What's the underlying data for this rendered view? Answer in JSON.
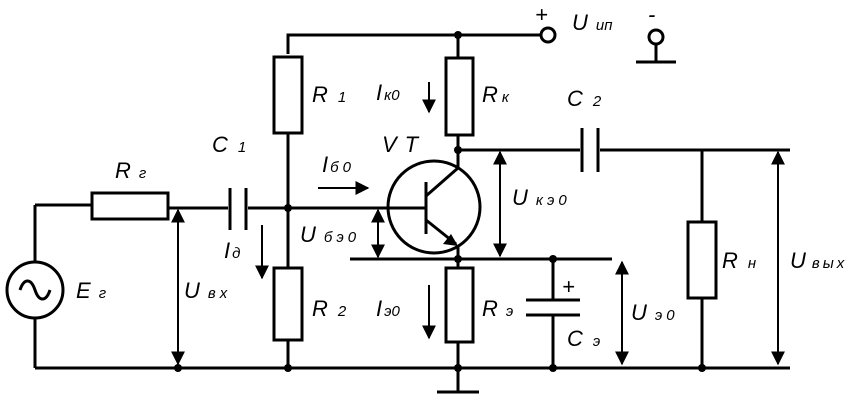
{
  "labels": {
    "plus_supply": "+",
    "minus_supply": "-",
    "supply_main": "U",
    "supply_sub": "ип",
    "r1_main": "R",
    "r1_sub": "1",
    "rk_main": "R",
    "rk_sub": "к",
    "ik0_main": "I",
    "ik0_sub": "к0",
    "c2_main": "C",
    "c2_sub": "2",
    "vt": "VT",
    "rg_main": "R",
    "rg_sub": "г",
    "c1_main": "C",
    "c1_sub": "1",
    "ib0_main": "I",
    "ib0_sub": "б0",
    "uke0_main": "U",
    "uke0_sub": "кэ0",
    "ube0_main": "U",
    "ube0_sub": "бэ0",
    "id_main": "I",
    "id_sub": "д",
    "eg_main": "E",
    "eg_sub": "г",
    "uvx_main": "U",
    "uvx_sub": "вх",
    "r2_main": "R",
    "r2_sub": "2",
    "ie0_main": "I",
    "ie0_sub": "э0",
    "re_main": "R",
    "re_sub": "э",
    "ce_plus": "+",
    "ce_main": "C",
    "ce_sub": "э",
    "ue0_main": "U",
    "ue0_sub": "э0",
    "rn_main": "R",
    "rn_sub": "н",
    "uvyx_main": "U",
    "uvyx_sub": "вых"
  }
}
